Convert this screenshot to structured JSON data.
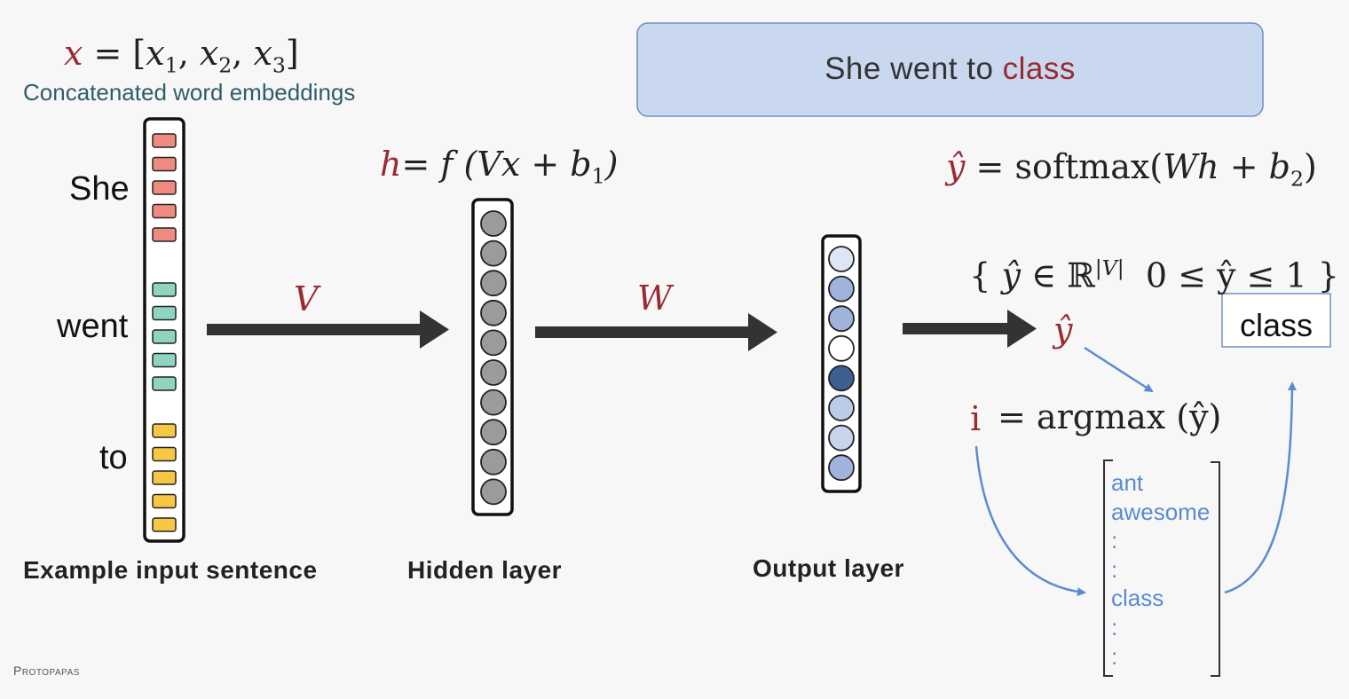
{
  "title_box": {
    "prefix": "She went to ",
    "highlight": "class"
  },
  "input": {
    "formula_lhs": "x",
    "formula_rhs_parts": [
      "x",
      "1",
      "x",
      "2",
      "x",
      "3"
    ],
    "subtitle": "Concatenated word embeddings",
    "words": [
      "She",
      "went",
      "to"
    ],
    "caption": "Example input sentence",
    "word_colors": [
      "#ef8a80",
      "#8fd3c1",
      "#f7c744"
    ],
    "blocks_per_word": 5
  },
  "hidden": {
    "formula_lhs": "h",
    "formula_rhs": "= f (Vx + b",
    "formula_sub": "1",
    "formula_end": ")",
    "caption": "Hidden layer",
    "neuron_count": 10,
    "neuron_color": "#9b9b9b"
  },
  "arrows": {
    "v_label": "V",
    "w_label": "W"
  },
  "output": {
    "formula_lhs": "ŷ",
    "formula_mid": " = softmax(",
    "formula_arg": "Wh + b",
    "formula_sub": "2",
    "formula_end": ")",
    "constraint_open": "{ ",
    "constraint_y": "ŷ",
    "constraint_in": " ∈ ℝ",
    "constraint_sup": "|V|",
    "constraint_range": "0 ≤ ŷ ≤ 1 }",
    "caption": "Output layer",
    "neuron_colors": [
      "#dde6f5",
      "#9fb3dc",
      "#9fb3dc",
      "#ffffff",
      "#3e5f91",
      "#bccbe8",
      "#c8d4ec",
      "#9fb3dc"
    ]
  },
  "argmax": {
    "yhat": "ŷ",
    "i_label": "i",
    "formula": "= argmax (ŷ)",
    "result": "class",
    "vocab": [
      "ant",
      "awesome",
      ":",
      ":",
      "class",
      ":",
      ":"
    ]
  },
  "footer": {
    "author": "Protopapas"
  },
  "colors": {
    "accent_red": "#9a2a32",
    "vocab_blue": "#5b8bd0",
    "arrow_blue": "#5b8bd0",
    "box_fill": "#c9d8ef",
    "box_border": "#6f8fc0",
    "arrow_dark": "#333333"
  }
}
